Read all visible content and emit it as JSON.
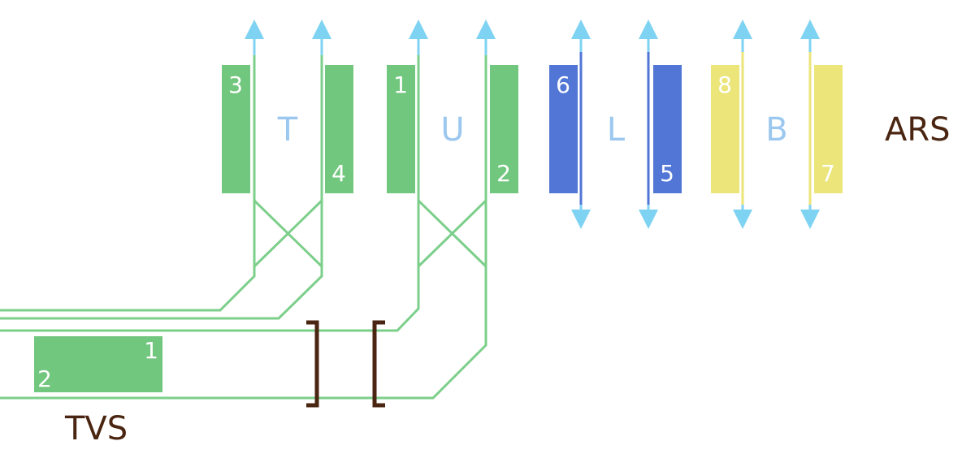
{
  "colors": {
    "track_green": "#7ccf8a",
    "platform_green": "#72c77e",
    "platform_blue": "#5276d6",
    "platform_yellow": "#ebe57a",
    "arrow_cyan": "#7fd3f2",
    "bracket_brown": "#4a2511",
    "track_letter": "#9cc8f0",
    "station_text": "#4a2511"
  },
  "station_upper": {
    "name": "ARS"
  },
  "station_lower": {
    "name": "TVS"
  },
  "track_letters": {
    "t": "T",
    "u": "U",
    "l": "L",
    "b": "B"
  },
  "platform_numbers": {
    "p3": "3",
    "p4": "4",
    "p1": "1",
    "p2": "2",
    "p6": "6",
    "p5": "5",
    "p8": "8",
    "p7": "7",
    "tvs_1": "1",
    "tvs_2": "2"
  }
}
